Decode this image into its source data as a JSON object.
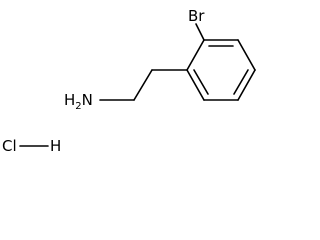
{
  "molecule": {
    "atoms": {
      "bromine": "Br",
      "amine": "H2N",
      "chlorine": "Cl",
      "hydrogen": "H"
    }
  }
}
